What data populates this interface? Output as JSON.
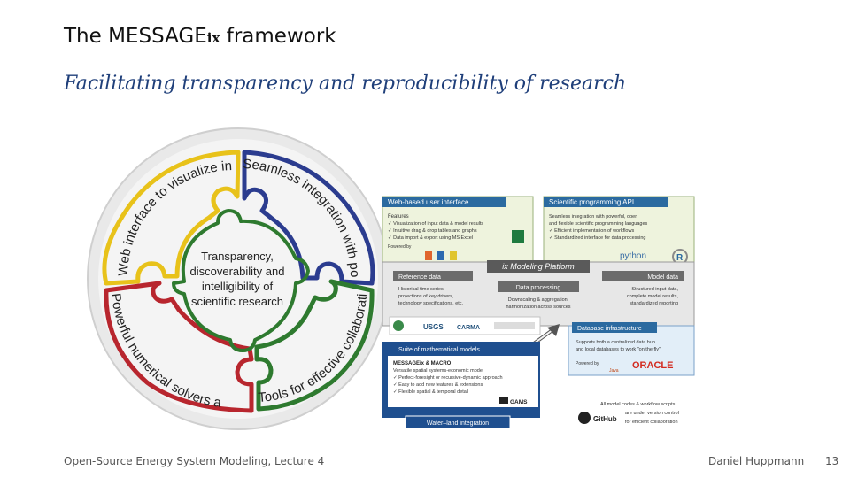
{
  "slide": {
    "title_main": "The MESSAGE",
    "title_sub": "ix",
    "title_tail": " framework",
    "subtitle": "Facilitating transparency and reproducibility of research",
    "footer_left": "Open-Source Energy System Modeling, Lecture 4",
    "footer_author": "Daniel Huppmann",
    "page_number": "13"
  },
  "wheel": {
    "center_line1": "Transparency,",
    "center_line2": "discoverability and",
    "center_line3": "intelligibility of",
    "center_line4": "scientific research",
    "piece_web": "Web interface to visualize input data & results",
    "piece_integration": "Seamless integration with powerful scientific programming",
    "piece_tools": "Tools for effective collaborative model development",
    "piece_solvers": "Powerful numerical solvers and mathematical programming",
    "colors": {
      "web": "#e8c21a",
      "integration": "#2b3c8f",
      "tools": "#2e7a2f",
      "solvers": "#b8262e",
      "rim": "#e6e6e6"
    }
  },
  "platform": {
    "web_ui_title": "Web-based user interface",
    "web_ui_features": "Features",
    "web_ui_l1": "✓ Visualization of input data & model results",
    "web_ui_l2": "✓ Intuitive drag & drop tables and graphs",
    "web_ui_l3": "✓ Data import & export using MS Excel",
    "web_ui_powered": "Powered by",
    "api_title": "Scientific programming API",
    "api_l1": "Seamless integration with powerful, open",
    "api_l2": "and flexible scientific programming languages",
    "api_l3": "✓ Efficient implementation of workflows",
    "api_l4": "✓ Standardized interface for data processing",
    "api_python": "python",
    "api_r": "R",
    "platform_title": "ix Modeling Platform",
    "ref_title": "Reference data",
    "ref_l1": "Historical time series,",
    "ref_l2": "projections of key drivers,",
    "ref_l3": "technology specifications, etc.",
    "dp_title": "Data processing",
    "dp_l1": "Downscaling & aggregation,",
    "dp_l2": "harmonization across sources",
    "md_title": "Model data",
    "md_l1": "Structured input data,",
    "md_l2": "complete model results,",
    "md_l3": "standardized reporting",
    "logo_usgs": "USGS",
    "logo_carma": "CARMA",
    "db_title": "Database infrastructure",
    "db_l1": "Supports both a centralized data hub",
    "db_l2": "and local databases to work \"on the fly\"",
    "db_powered": "Powered by",
    "db_oracle": "ORACLE",
    "db_java": "Java",
    "suite_title": "Suite of mathematical models",
    "suite_l0": "MESSAGEix & MACRO",
    "suite_l1": "Versatile spatial systems-economic model",
    "suite_l2": "✓ Perfect-foresight or recursive-dynamic approach",
    "suite_l3": "✓ Easy to add new features & extensions",
    "suite_l4": "✓ Flexible spatial & temporal detail",
    "suite_gams": "GAMS",
    "wl_title": "Water–land integration",
    "gh_l1": "All model codes & workflow scripts",
    "gh_l2": "are under version control",
    "gh_l3": "for efficient collaboration",
    "gh_logo": "GitHub"
  }
}
